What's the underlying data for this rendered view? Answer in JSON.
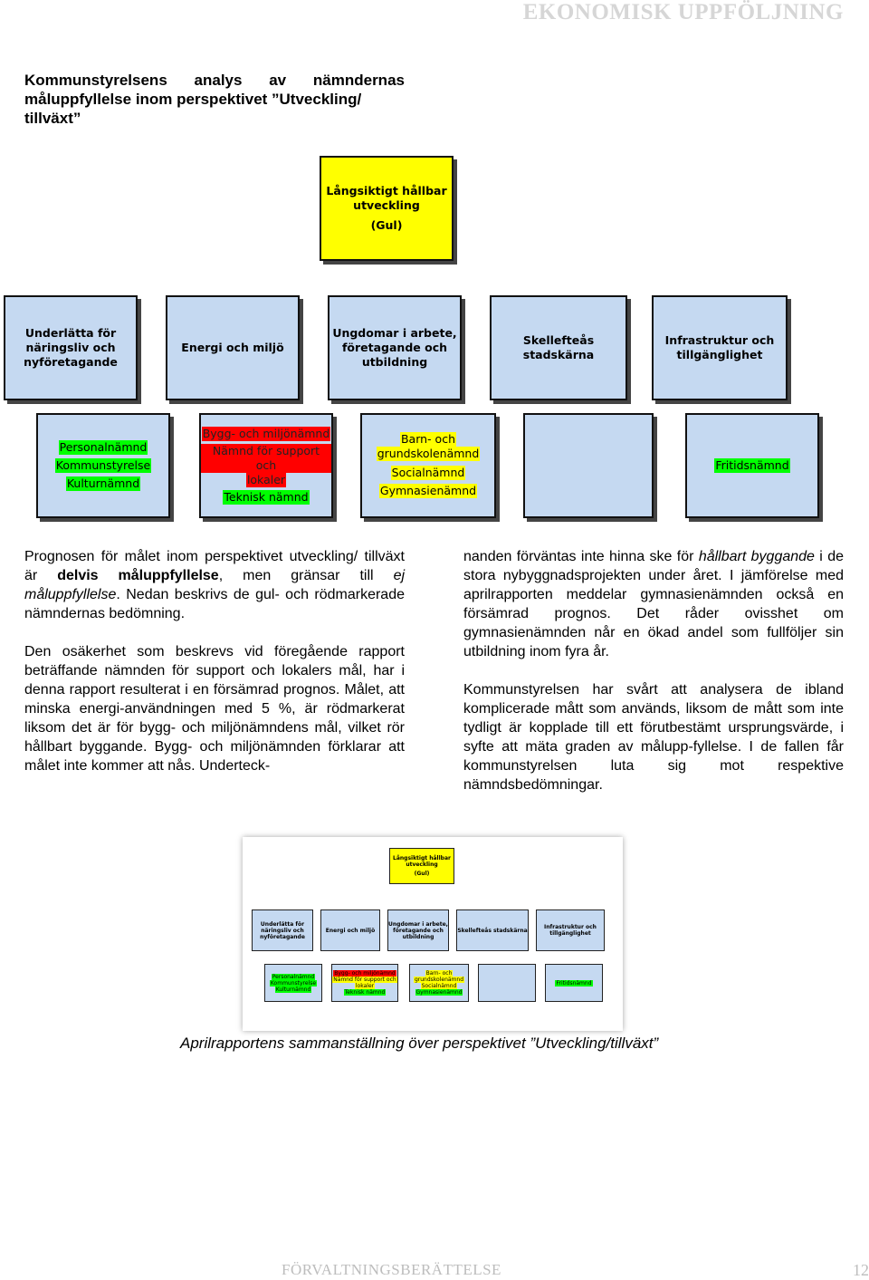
{
  "header": {
    "title": "EKONOMISK UPPFÖLJNING"
  },
  "heading": {
    "line1_words": [
      "Kommunstyrelsens",
      "analys",
      "av",
      "nämndernas"
    ],
    "line2": "måluppfyllelse inom perspektivet ”Utveckling/",
    "line3": "tillväxt”"
  },
  "diagram": {
    "root": {
      "line1": "Långsiktigt hållbar",
      "line2": "utveckling",
      "line3": "(Gul)"
    },
    "goals": [
      {
        "lines": [
          "Underlätta för",
          "näringsliv och",
          "nyföretagande"
        ]
      },
      {
        "lines": [
          "Energi och miljö"
        ]
      },
      {
        "lines": [
          "Ungdomar i arbete,",
          "företagande och",
          "utbildning"
        ]
      },
      {
        "lines": [
          "Skellefteås stadskärna"
        ]
      },
      {
        "lines": [
          "Infrastruktur och",
          "tillgänglighet"
        ]
      }
    ],
    "boards": [
      {
        "items": [
          {
            "text": "Personalnämnd",
            "color": "green"
          },
          {
            "text": "Kommunstyrelse",
            "color": "green"
          },
          {
            "text": "Kulturnämnd",
            "color": "green"
          }
        ]
      },
      {
        "items": [
          {
            "text": "Bygg- och miljönämnd",
            "color": "red"
          },
          {
            "text": "Nämnd för support och",
            "color": "red"
          },
          {
            "text": "lokaler",
            "color": "red"
          },
          {
            "text": "Teknisk nämnd",
            "color": "green"
          }
        ]
      },
      {
        "items": [
          {
            "text": "Barn- och",
            "color": "yellow"
          },
          {
            "text": "grundskolenämnd",
            "color": "yellow"
          },
          {
            "text": "Socialnämnd",
            "color": "yellow"
          },
          {
            "text": "Gymnasienämnd",
            "color": "yellow"
          }
        ]
      },
      {
        "items": []
      },
      {
        "items": [
          {
            "text": "Fritidsnämnd",
            "color": "green"
          }
        ]
      }
    ]
  },
  "left_column": {
    "p1_a": "Prognosen för målet inom perspektivet utveckling/ tillväxt är ",
    "p1_b": "delvis måluppfyllelse",
    "p1_c": ", men gränsar till ",
    "p1_d": "ej måluppfyllelse",
    "p1_e": ". Nedan beskrivs de gul- och rödmarkerade nämndernas bedömning.",
    "p2": "Den osäkerhet som beskrevs vid föregående rapport beträffande nämnden för support och lokalers mål, har i denna rapport resulterat i en försämrad prognos. Målet, att minska energi-användningen med 5 %, är rödmarkerat liksom det är för bygg- och miljönämndens mål, vilket rör hållbart byggande. Bygg- och miljönämnden förklarar att målet inte kommer att nås. Underteck-"
  },
  "right_column": {
    "p1_a": "nanden förväntas inte hinna ske för ",
    "p1_b": "hållbart byggande",
    "p1_c": " i de stora nybyggnadsprojekten under året. I jämförelse med aprilrapporten meddelar gymnasienämnden också en försämrad prognos. Det råder ovisshet om gymnasienämnden når en ökad andel som fullföljer sin utbildning inom fyra år.",
    "p2": "Kommunstyrelsen har svårt att analysera de ibland komplicerade mått som används, liksom de mått som inte tydligt är kopplade till ett förutbestämt ursprungsvärde, i syfte att mäta graden av målupp-fyllelse. I de fallen får kommunstyrelsen luta sig mot respektive nämndsbedömningar."
  },
  "thumbnail": {
    "root": [
      "Långsiktigt hållbar",
      "utveckling",
      "(Gul)"
    ],
    "goals": [
      [
        "Underlätta för",
        "näringsliv och",
        "nyföretagande"
      ],
      [
        "Energi och miljö"
      ],
      [
        "Ungdomar i arbete,",
        "företagande och",
        "utbildning"
      ],
      [
        "Skellefteås stadskärna"
      ],
      [
        "Infrastruktur och",
        "tillgänglighet"
      ]
    ],
    "boards": [
      [
        {
          "text": "Personalnämnd",
          "color": "green"
        },
        {
          "text": "Kommunstyrelse",
          "color": "green"
        },
        {
          "text": "Kulturnämnd",
          "color": "green"
        }
      ],
      [
        {
          "text": "Bygg- och miljönämnd",
          "color": "red"
        },
        {
          "text": "Nämnd för support och",
          "color": "yellow"
        },
        {
          "text": "lokaler",
          "color": "yellow"
        },
        {
          "text": "Teknisk nämnd",
          "color": "green"
        }
      ],
      [
        {
          "text": "Barn- och",
          "color": "yellow"
        },
        {
          "text": "grundskolenämnd",
          "color": "yellow"
        },
        {
          "text": "Socialnämnd",
          "color": "yellow"
        },
        {
          "text": "Gymnasienämnd",
          "color": "green"
        }
      ],
      [
        {
          "text": "Fritidsnämnd",
          "color": "green"
        }
      ]
    ]
  },
  "caption": "Aprilrapportens sammanställning över perspektivet ”Utveckling/tillväxt”",
  "footer": {
    "section": "FÖRVALTNINGSBERÄTTELSE",
    "page": "12"
  }
}
